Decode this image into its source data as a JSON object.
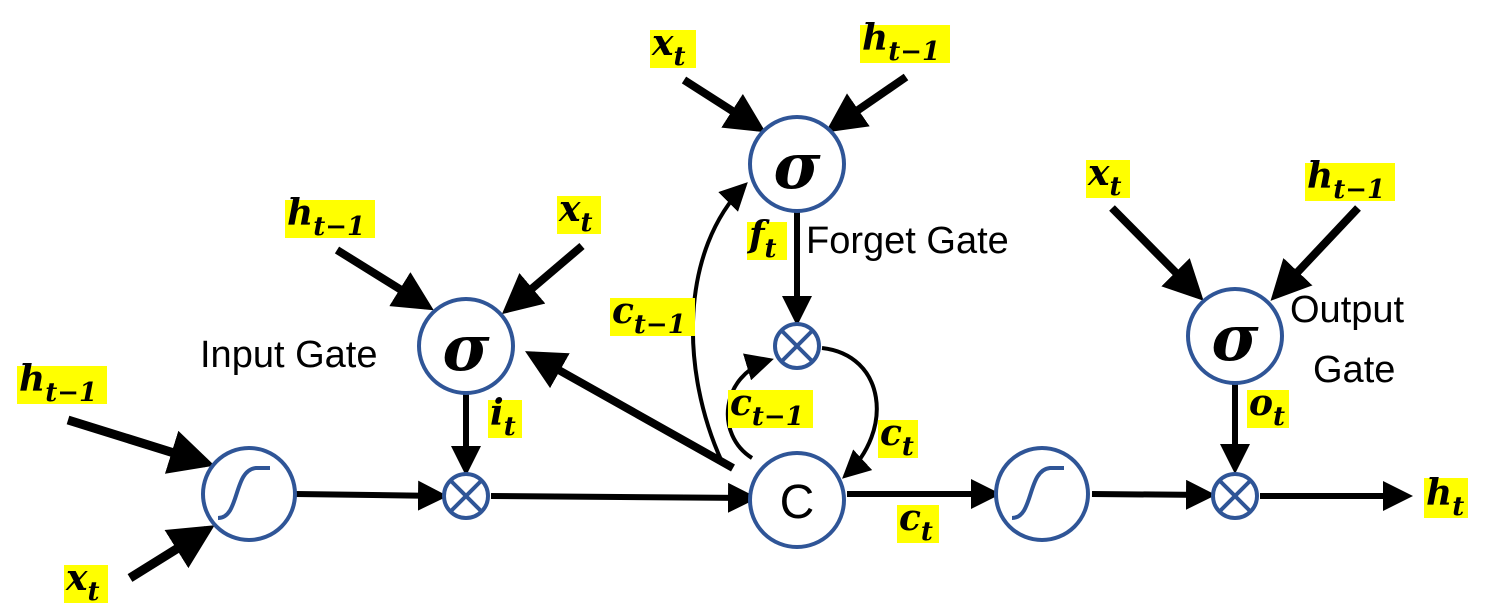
{
  "diagram": {
    "colors": {
      "node_stroke": "#2F5597",
      "highlight": "#FFFF00",
      "arrow": "#000000"
    },
    "gate_labels": {
      "input": "Input Gate",
      "forget": "Forget Gate",
      "output_line1": "Output",
      "output_line2": "Gate"
    },
    "node_symbols": {
      "sigma": "σ",
      "cell": "C",
      "multiply_icon": "circle-times",
      "activation_icon": "sigmoid-curve"
    },
    "variables": {
      "x_base": "x",
      "h_base": "h",
      "c_base": "c",
      "f_base": "f",
      "i_base": "i",
      "o_base": "o",
      "t": "t",
      "t_minus_1": "t−1"
    }
  }
}
